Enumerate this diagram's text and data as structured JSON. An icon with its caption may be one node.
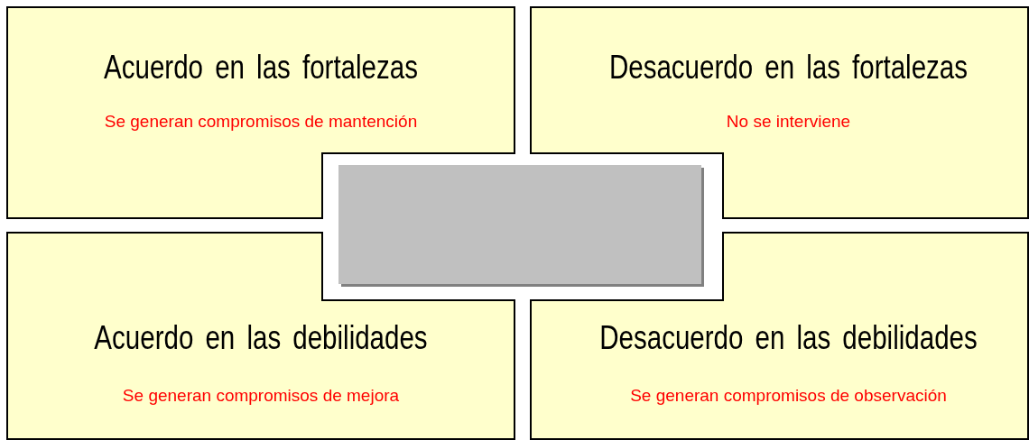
{
  "diagram": {
    "nodes": [
      {
        "text": [
          "Acuerdo en las fortalezas",
          "Se generan compromisos de mantención"
        ]
      },
      {
        "text": [
          "Desacuerdo en las fortalezas",
          "No se interviene"
        ]
      },
      {
        "text": [],
        "shape": "box"
      },
      {
        "text": [
          "Acuerdo en las debilidades",
          "Se generan compromisos de mejora"
        ]
      },
      {
        "text": [
          "Desacuerdo en las debilidades",
          "Se generan compromisos de observación"
        ]
      }
    ]
  }
}
